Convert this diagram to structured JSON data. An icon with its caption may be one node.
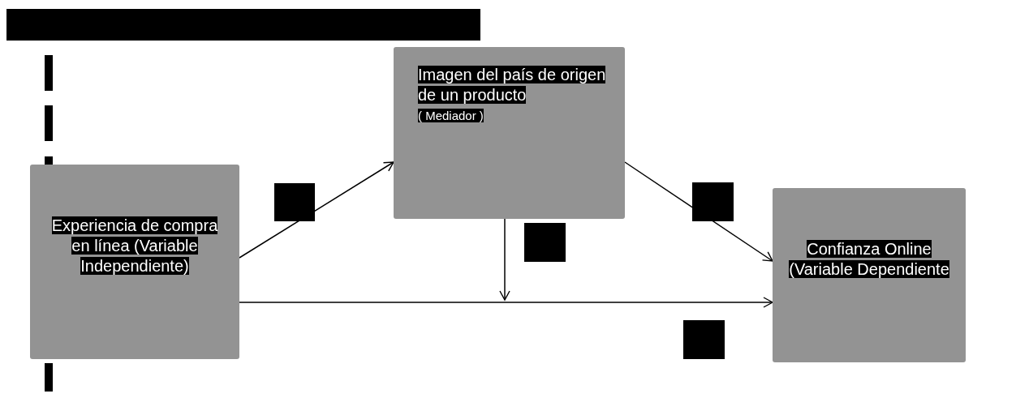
{
  "diagram": {
    "nodes": [
      {
        "text": [
          "Experiencia de compra en línea (Variable Independiente)"
        ]
      },
      {
        "text": [
          "Imagen del país de origen de un producto",
          "( Mediador )"
        ]
      },
      {
        "text": [
          "Confianza Online (Variable Dependiente"
        ]
      }
    ],
    "edges": [
      {
        "from": 0,
        "to": 1,
        "arrow": "to"
      },
      {
        "from": 1,
        "to": 2,
        "arrow": "to"
      },
      {
        "from": 0,
        "to": 2,
        "arrow": "to"
      },
      {
        "from": 1,
        "to": null,
        "arrow": "to"
      }
    ]
  }
}
